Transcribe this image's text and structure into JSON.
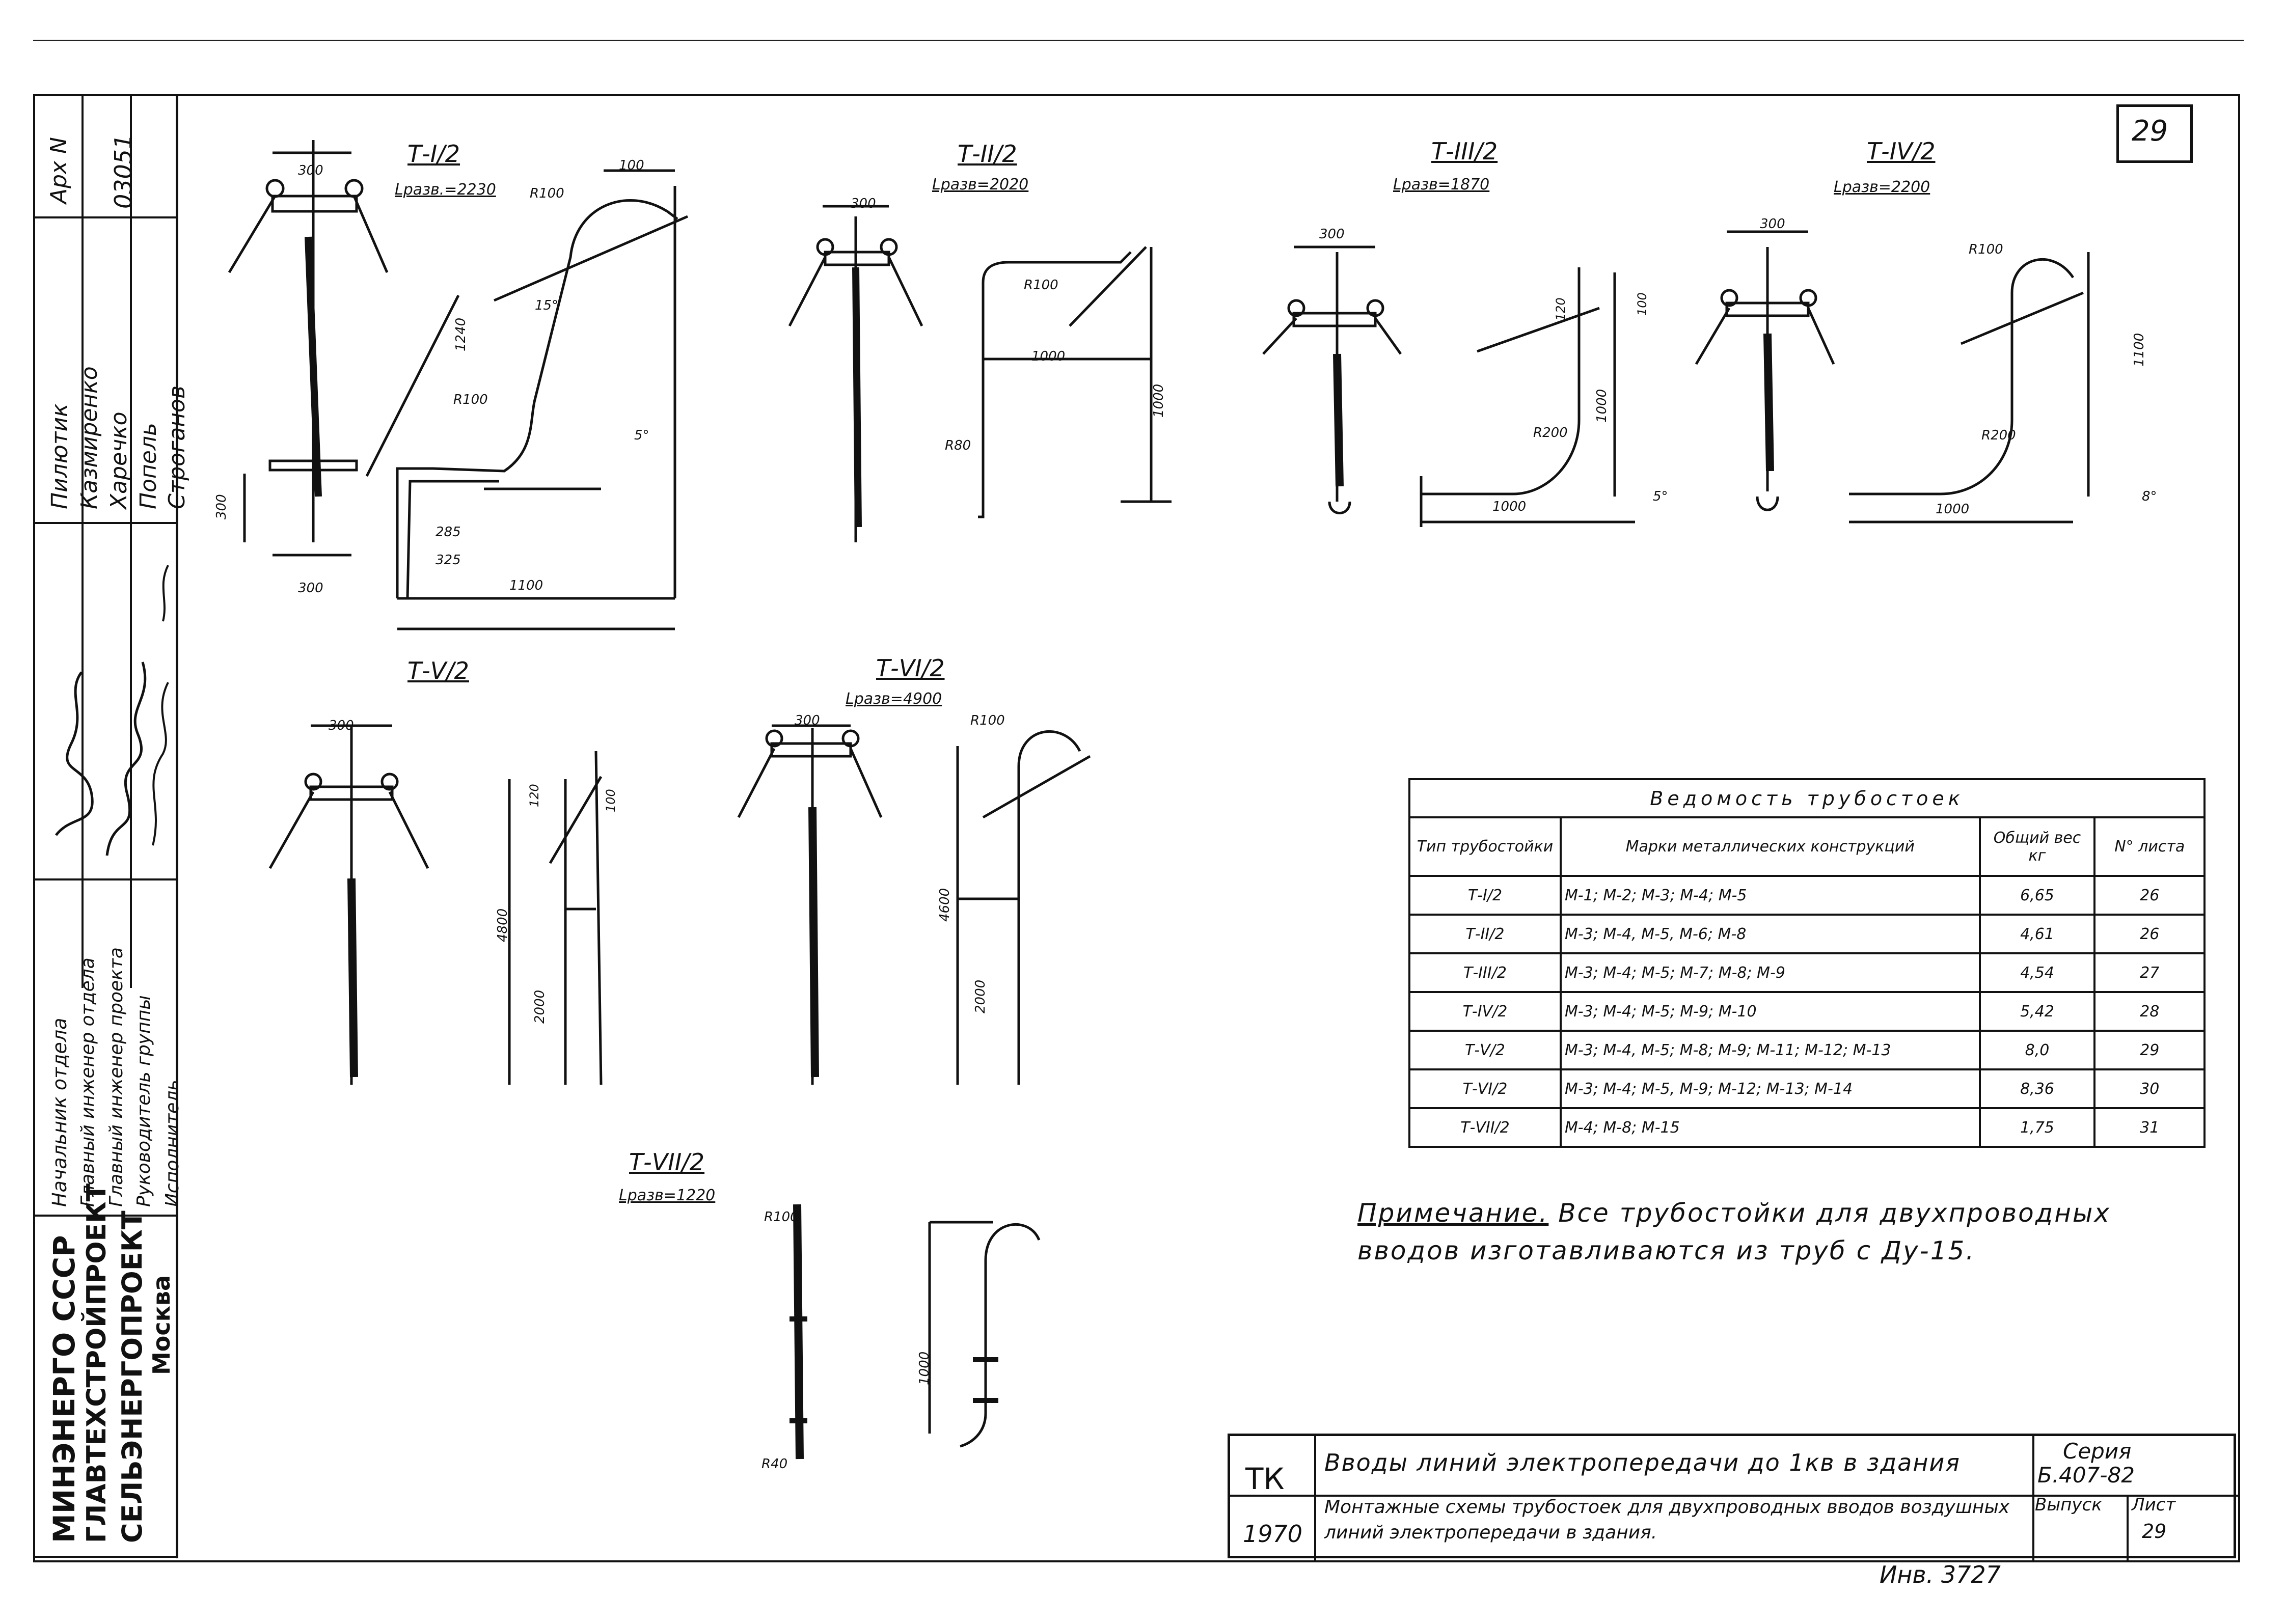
{
  "sheet_number": "29",
  "archive_label": "Арх N",
  "archive_number": "03051",
  "signatories": {
    "names": [
      "Пилютик",
      "Казмиренко",
      "Харечко",
      "Попель",
      "Строганов"
    ],
    "roles": [
      "Начальник отдела",
      "Главный инженер отдела",
      "Главный инженер проекта",
      "Руководитель группы",
      "Исполнитель"
    ]
  },
  "organization": {
    "lines": [
      "МИНЭНЕРГО СССР",
      "ГЛАВТЕХСТРОЙПРОЕКТ",
      "СЕЛЬЭНЕРГОПРОЕКТ",
      "Москва"
    ]
  },
  "drawings": [
    {
      "title": "Т-I/2",
      "subtitle": "Lразв.=2230",
      "dims": [
        "300",
        "100",
        "R100",
        "1240",
        "15°",
        "R100",
        "5°",
        "285",
        "325",
        "1100",
        "300",
        "300"
      ]
    },
    {
      "title": "Т-II/2",
      "subtitle": "Lразв=2020",
      "dims": [
        "300",
        "R100",
        "1000",
        "1000",
        "R80"
      ]
    },
    {
      "title": "Т-III/2",
      "subtitle": "Lразв=1870",
      "dims": [
        "300",
        "120",
        "100",
        "1000",
        "R200",
        "1000",
        "5°"
      ]
    },
    {
      "title": "Т-IV/2",
      "subtitle": "Lразв=2200",
      "dims": [
        "300",
        "R100",
        "1100",
        "R200",
        "1000",
        "8°"
      ]
    },
    {
      "title": "Т-V/2",
      "subtitle": "",
      "dims": [
        "300",
        "120",
        "100",
        "4800",
        "2000"
      ]
    },
    {
      "title": "Т-VI/2",
      "subtitle": "Lразв=4900",
      "dims": [
        "300",
        "R100",
        "4600",
        "2000"
      ]
    },
    {
      "title": "Т-VII/2",
      "subtitle": "Lразв=1220",
      "dims": [
        "R100",
        "1000",
        "R40"
      ]
    }
  ],
  "table": {
    "title": "Ведомость трубостоек",
    "headers": [
      "Тип трубостойки",
      "Марки металлических конструкций",
      "Общий вес кг",
      "N° листа"
    ],
    "rows": [
      [
        "Т-I/2",
        "М-1; М-2; М-3; М-4; М-5",
        "6,65",
        "26"
      ],
      [
        "Т-II/2",
        "М-3; М-4, М-5, М-6; М-8",
        "4,61",
        "26"
      ],
      [
        "Т-III/2",
        "М-3; М-4; М-5; М-7; М-8; М-9",
        "4,54",
        "27"
      ],
      [
        "Т-IV/2",
        "М-3; М-4; М-5; М-9; М-10",
        "5,42",
        "28"
      ],
      [
        "Т-V/2",
        "М-3; М-4, М-5; М-8; М-9; М-11; М-12; М-13",
        "8,0",
        "29"
      ],
      [
        "Т-VI/2",
        "М-3; М-4; М-5, М-9; М-12; М-13; М-14",
        "8,36",
        "30"
      ],
      [
        "Т-VII/2",
        "М-4; М-8; М-15",
        "1,75",
        "31"
      ]
    ]
  },
  "note": {
    "label": "Примечание.",
    "text": "Все трубостойки для двухпроводных вводов изготавливаются из труб с Ду-15."
  },
  "title_block": {
    "code": "ТК",
    "year": "1970",
    "title": "Вводы линий электропередачи до 1кв в здания",
    "subtitle": "Монтажные схемы трубостоек для двухпроводных вводов воздушных линий электропередачи в здания.",
    "series_label": "Серия",
    "series_value": "Б.407-82",
    "issue_label": "Выпуск",
    "sheet_label": "Лист",
    "sheet_value": "29"
  },
  "inventory_number": "Инв. 3727"
}
